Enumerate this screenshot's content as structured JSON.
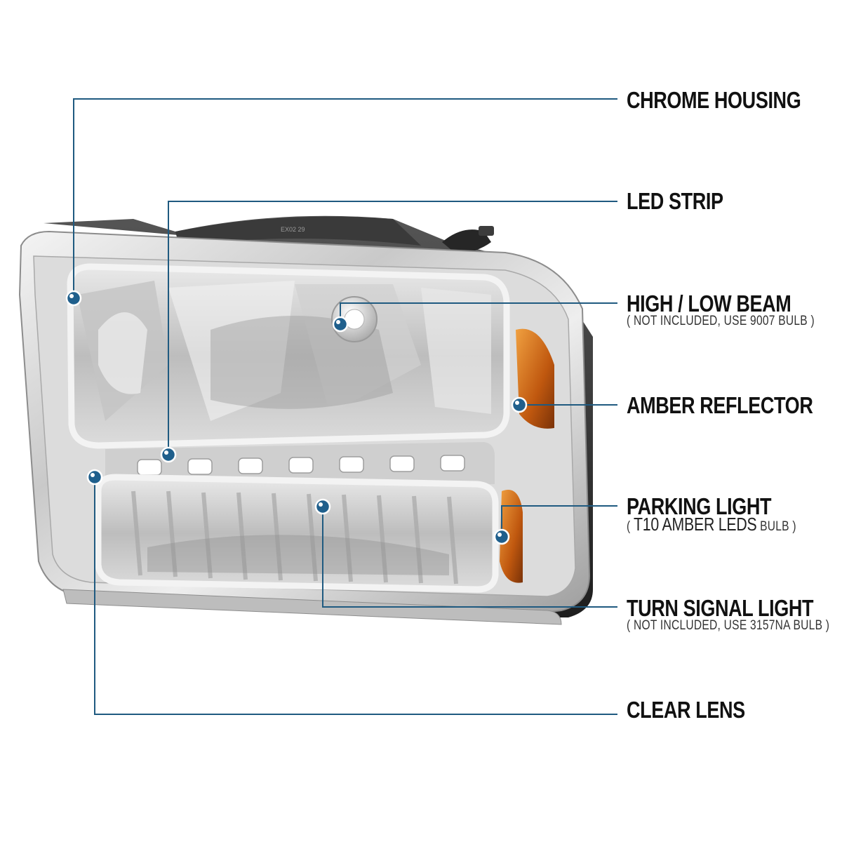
{
  "accent_color": "#1f5a80",
  "dot_color": "#1f5f8c",
  "callouts": [
    {
      "id": "chrome-housing",
      "title": "CHROME HOUSING",
      "note": ""
    },
    {
      "id": "led-strip",
      "title": "LED STRIP",
      "note": ""
    },
    {
      "id": "high-low-beam",
      "title": "HIGH / LOW BEAM",
      "note": "( NOT INCLUDED, USE  9007  BULB )"
    },
    {
      "id": "amber-reflector",
      "title": "AMBER REFLECTOR",
      "note": ""
    },
    {
      "id": "parking-light",
      "title": "PARKING LIGHT",
      "note_open": "( ",
      "note_big": "T10 AMBER LEDS",
      "note_close": " BULB )"
    },
    {
      "id": "turn-signal-light",
      "title": "TURN SIGNAL LIGHT",
      "note": "( NOT INCLUDED, USE  3157NA  BULB )"
    },
    {
      "id": "clear-lens",
      "title": "CLEAR LENS",
      "note": ""
    }
  ],
  "product_image": {
    "subject": "chrome headlight assembly",
    "housing_stamp": "EX02 29"
  }
}
